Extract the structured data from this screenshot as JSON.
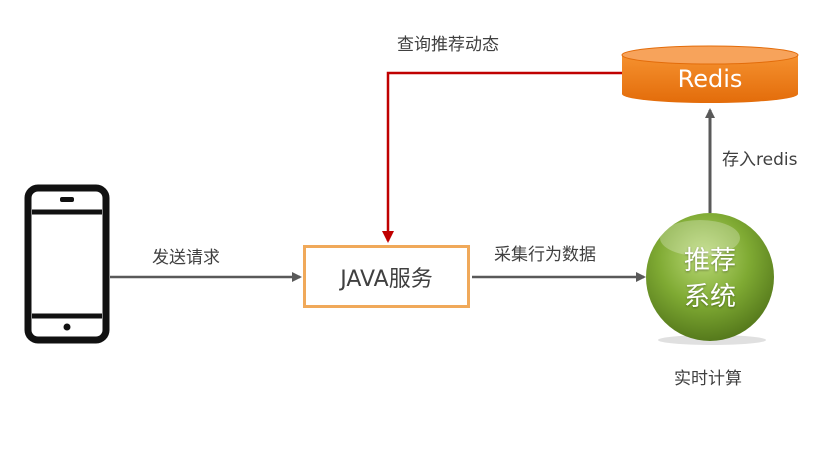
{
  "nodes": {
    "client": {
      "icon": "smartphone-icon"
    },
    "java": {
      "label": "JAVA服务",
      "border_color": "#f0a95a"
    },
    "recommend": {
      "line1": "推荐",
      "line2": "系统",
      "color": "#6e9a2b"
    },
    "redis": {
      "label": "Redis",
      "color": "#f07b1e"
    }
  },
  "edges": {
    "send_request": "发送请求",
    "collect_data": "采集行为数据",
    "store_redis": "存入redis",
    "query": "查询推荐动态"
  },
  "annotations": {
    "realtime": "实时计算"
  },
  "colors": {
    "arrow_gray": "#595959",
    "arrow_red": "#c00000"
  }
}
